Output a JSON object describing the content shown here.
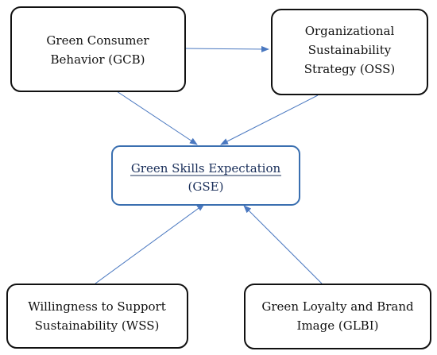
{
  "nodes": {
    "gcb": {
      "line1": "Green Consumer",
      "line2": "Behavior (GCB)"
    },
    "oss": {
      "line1": "Organizational",
      "line2": "Sustainability",
      "line3": "Strategy (OSS)"
    },
    "gse": {
      "line1": "Green Skills Expectation",
      "line2": "(GSE)"
    },
    "wss": {
      "line1": "Willingness to Support",
      "line2": "Sustainability (WSS)"
    },
    "glbi": {
      "line1": "Green Loyalty and Brand",
      "line2": "Image (GLBI)"
    }
  },
  "colors": {
    "arrow": "#4a78c0",
    "center_border": "#3a6fb0",
    "box_border": "#111111"
  }
}
